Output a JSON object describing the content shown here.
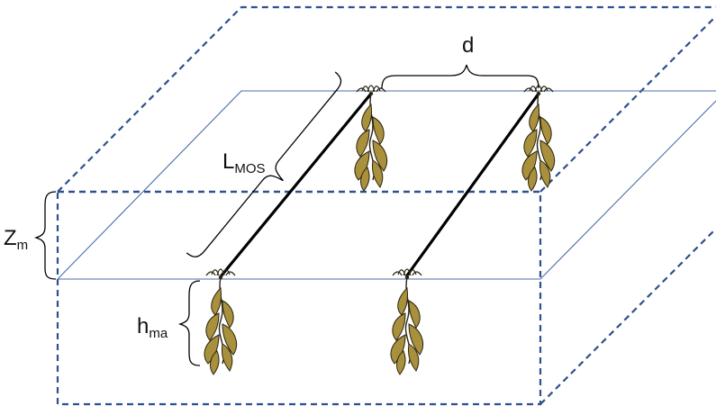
{
  "labels": {
    "d": "d",
    "l_mos_main": "L",
    "l_mos_sub": "MOS",
    "z_m_main": "Z",
    "z_m_sub": "m",
    "h_ma_main": "h",
    "h_ma_sub": "ma"
  },
  "colors": {
    "box_edge": "#2F4F8F",
    "plane_edge": "#4A6EA8",
    "rope": "#000000",
    "kelp_fill": "#A8903C",
    "kelp_stroke": "#2A2410"
  },
  "icons": {
    "kelp": "seaweed-plant-icon"
  }
}
